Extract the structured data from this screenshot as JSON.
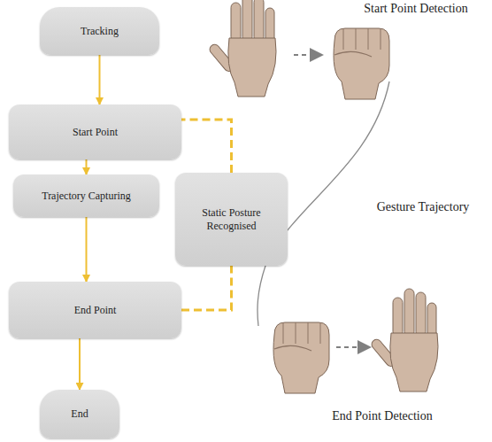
{
  "diagram": {
    "nodes": [
      {
        "text": [
          "Tracking"
        ]
      },
      {
        "text": [
          "Start Point"
        ]
      },
      {
        "text": [
          "Static Posture Recognised"
        ]
      },
      {
        "text": [
          "Trajectory Capturing"
        ]
      },
      {
        "text": [
          "End Point"
        ]
      },
      {
        "text": [
          "End"
        ]
      }
    ],
    "edges": [
      {
        "from": 0,
        "to": 1,
        "arrow": "to"
      },
      {
        "from": 1,
        "to": 3,
        "arrow": "to"
      },
      {
        "from": 3,
        "to": 4,
        "arrow": "to"
      },
      {
        "from": 4,
        "to": 5,
        "arrow": "to"
      },
      {
        "from": 4,
        "to": 2,
        "arrow": "none"
      },
      {
        "from": 2,
        "to": 1,
        "arrow": "none"
      }
    ],
    "labels": [
      "Start Point Detection",
      "Gesture Trajectory",
      "End Point Detection"
    ]
  }
}
